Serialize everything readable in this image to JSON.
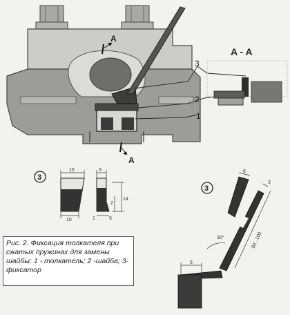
{
  "section_mark": "A",
  "section_title": "A - A",
  "callouts": [
    "1",
    "2",
    "3"
  ],
  "detail_ref": "3",
  "dims_tool_front": {
    "top": "15",
    "bottom": "10"
  },
  "dims_tool_side": {
    "top": "5",
    "right_outer": "14",
    "right_inner": "2",
    "bottom_left": "1",
    "bottom_right": "5"
  },
  "dims_tool_bent": {
    "tip": "6",
    "width": "3",
    "angle": "30°",
    "length": "80...100",
    "foot": "5"
  },
  "caption": "Рис. 2. Фиксация толкателя при сжатых пружинах для замены шайбы: 1 - толкатель; 2 -шайба; 3-фиксатор",
  "colors": {
    "body_gray": "#9a9a9a",
    "light_gray": "#c9c9c4",
    "dark": "#262626",
    "line": "#333333"
  }
}
